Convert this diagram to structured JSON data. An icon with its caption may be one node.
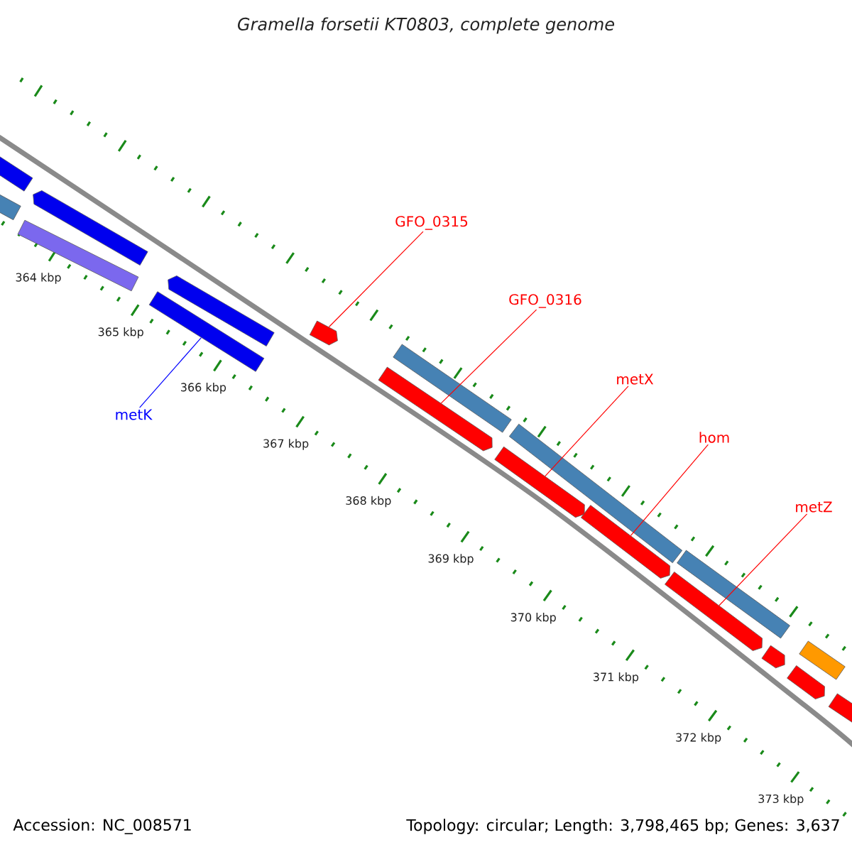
{
  "diagram": {
    "title": "Gramella forsetii KT0803, complete genome",
    "nodes": [
      {
        "text": [
          "metK"
        ]
      },
      {
        "text": [
          "GFO_0315"
        ]
      },
      {
        "text": [
          "GFO_0316"
        ]
      },
      {
        "text": [
          "metX"
        ]
      },
      {
        "text": [
          "hom"
        ]
      },
      {
        "text": [
          "metZ"
        ]
      },
      {
        "text": [],
        "shape": "bar"
      },
      {
        "text": [],
        "shape": "bar"
      },
      {
        "text": [],
        "shape": "bar"
      },
      {
        "text": [],
        "shape": "bar"
      },
      {
        "text": [],
        "shape": "bar"
      },
      {
        "text": [],
        "shape": "bar"
      },
      {
        "text": [],
        "shape": "bar"
      },
      {
        "text": [],
        "shape": "bar"
      },
      {
        "text": [],
        "shape": "bar"
      },
      {
        "text": [],
        "shape": "bar"
      },
      {
        "text": [],
        "shape": "bar"
      },
      {
        "text": [],
        "shape": "bar"
      },
      {
        "text": [],
        "shape": "bar"
      },
      {
        "text": [],
        "shape": "bar"
      },
      {
        "text": [],
        "shape": "bar"
      },
      {
        "text": [],
        "shape": "bar"
      },
      {
        "text": [],
        "shape": "bar"
      },
      {
        "text": [],
        "shape": "bar"
      }
    ],
    "edges": [
      {
        "from": 0,
        "to": 11,
        "arrow": "none",
        "color": "#0000ff"
      },
      {
        "from": 1,
        "to": 12,
        "arrow": "none"
      },
      {
        "from": 2,
        "to": 14,
        "arrow": "none"
      },
      {
        "from": 3,
        "to": 16,
        "arrow": "none"
      },
      {
        "from": 4,
        "to": 17,
        "arrow": "none"
      },
      {
        "from": 5,
        "to": 19,
        "arrow": "none"
      }
    ],
    "labels": [
      "364 kbp",
      "365 kbp",
      "366 kbp",
      "367 kbp",
      "368 kbp",
      "369 kbp",
      "370 kbp",
      "371 kbp",
      "372 kbp",
      "373 kbp",
      "Accession: NC_008571",
      "Topology: circular; Length: 3,798,465 bp; Genes: 3,637"
    ]
  }
}
